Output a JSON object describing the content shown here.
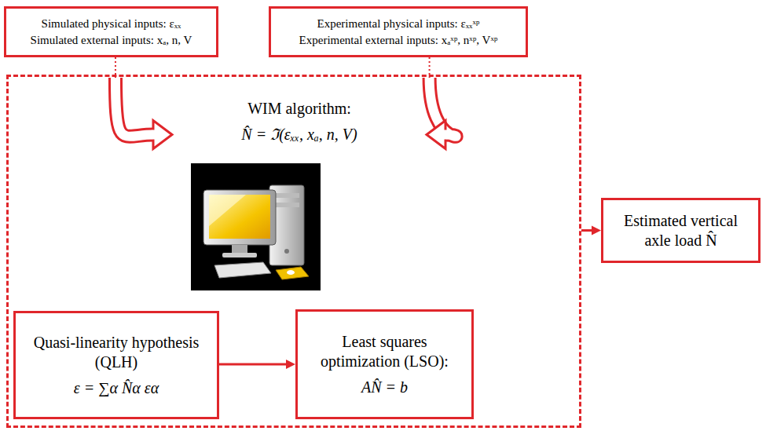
{
  "diagram": {
    "nodes": [
      {
        "text": [
          "Simulated physical inputs: εₓₓ",
          "Simulated external inputs: xₐ, n, V"
        ]
      },
      {
        "text": [
          "Experimental physical inputs: εₓₓˣᵖ",
          "Experimental external inputs: xₐˣᵖ, nˣᵖ, Vˣᵖ"
        ]
      },
      {
        "text": [
          "WIM algorithm:",
          "N̂ = ℑ(εₓₓ, xₐ, n, V)"
        ]
      },
      {
        "text": [
          "Quasi-linearity hypothesis (QLH)",
          "ε = ∑α N̂α εα"
        ],
        "in": 2
      },
      {
        "text": [
          "Least squares optimization (LSO):",
          "AN̂ = b"
        ],
        "in": 2
      },
      {
        "text": [
          "Estimated vertical axle load N̂"
        ]
      }
    ],
    "edges": [
      {
        "from": 0,
        "to": 2,
        "arrow": "to"
      },
      {
        "from": 1,
        "to": 2,
        "arrow": "to"
      },
      {
        "from": 3,
        "to": 4,
        "arrow": "to"
      },
      {
        "from": 2,
        "to": 5,
        "arrow": "to"
      }
    ]
  }
}
